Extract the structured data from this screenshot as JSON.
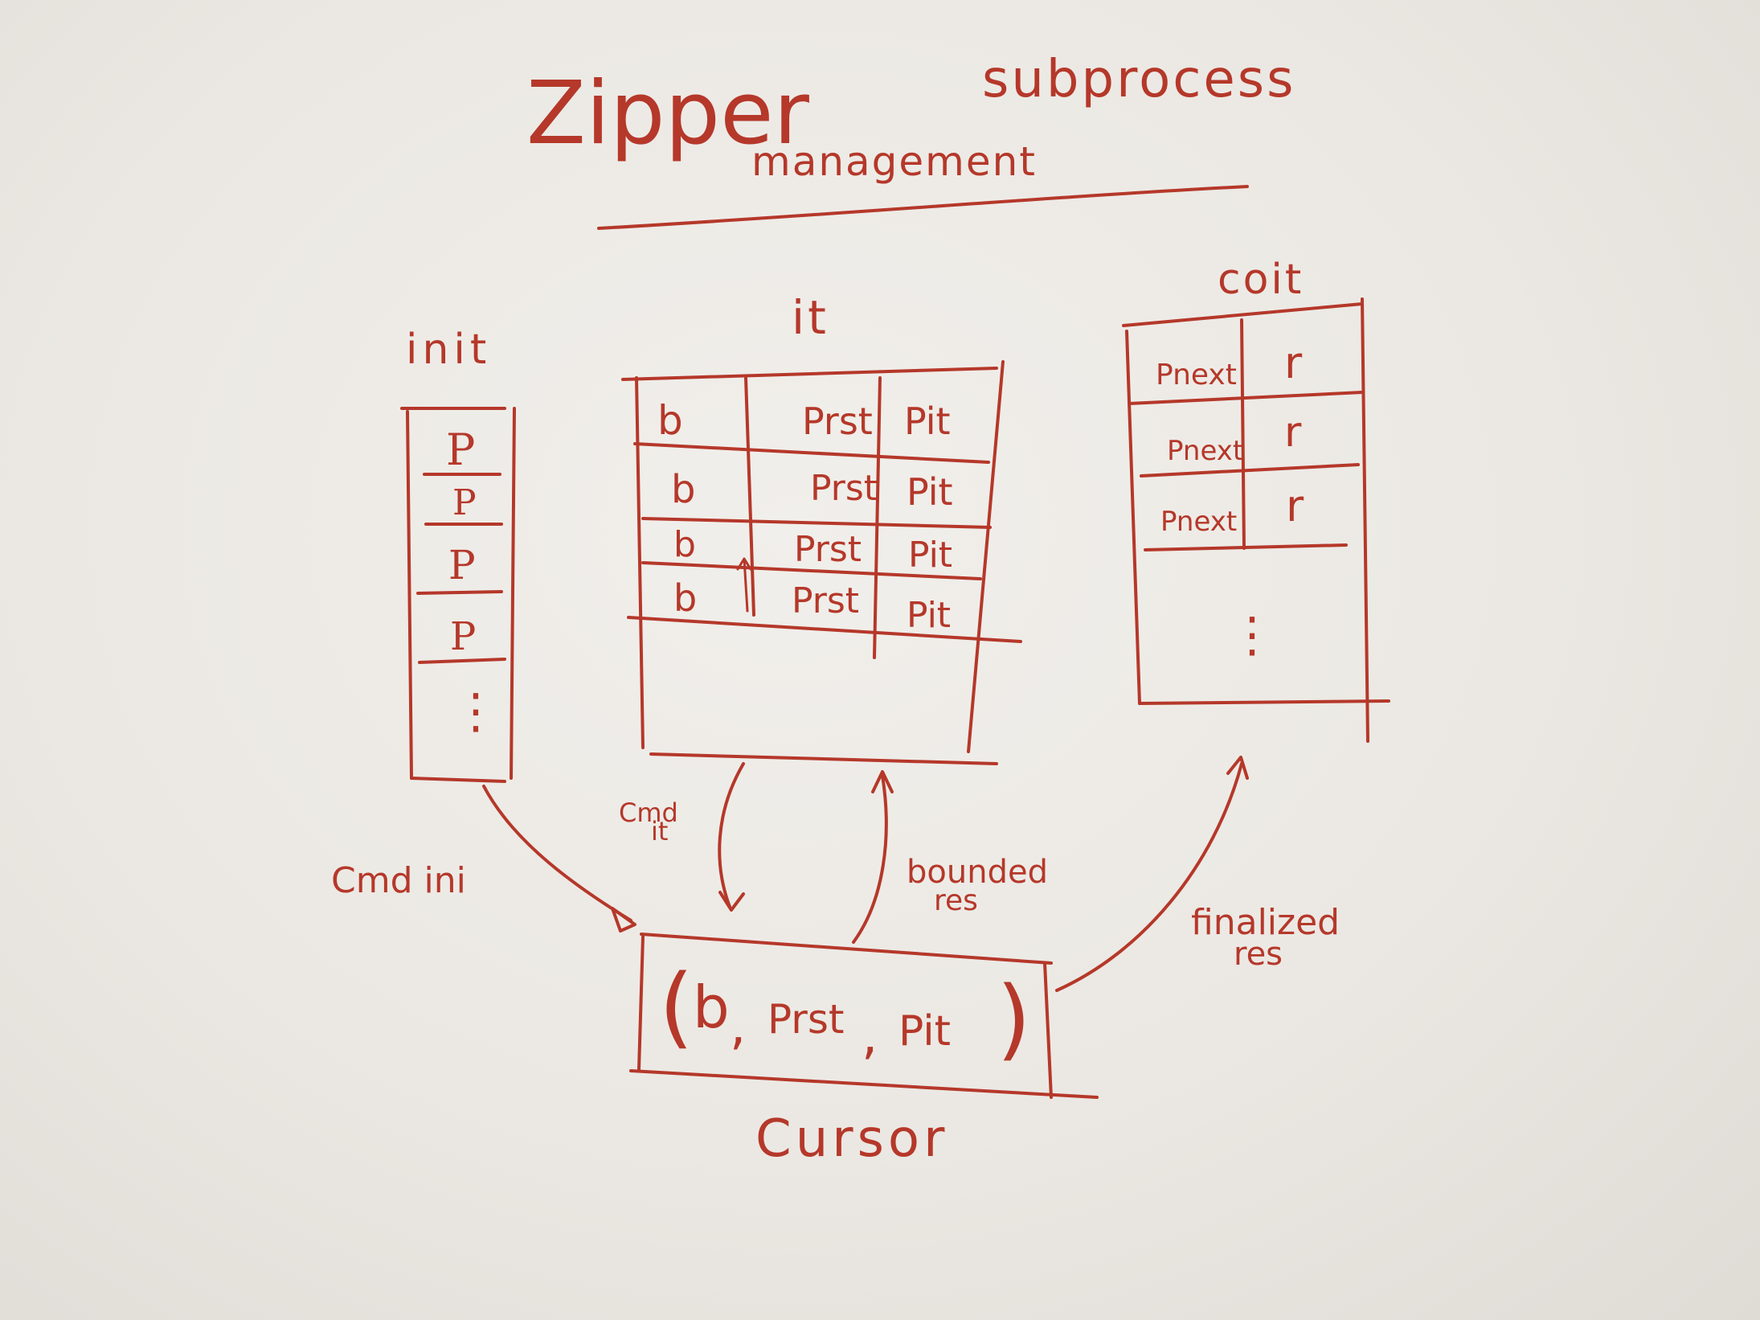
{
  "title": {
    "main": "Zipper",
    "sub": "subprocess",
    "line2": "management"
  },
  "init": {
    "label": "init",
    "rows": [
      "P",
      "P",
      "P",
      "P"
    ],
    "ellipsis": "⋮"
  },
  "it": {
    "label": "it",
    "rows": [
      {
        "b": "b",
        "prst": "Prst",
        "pit": "Pit"
      },
      {
        "b": "b",
        "prst": "Prst",
        "pit": "Pit"
      },
      {
        "b": "b",
        "prst": "Prst",
        "pit": "Pit"
      },
      {
        "b": "b",
        "prst": "Prst",
        "pit": "Pit"
      }
    ]
  },
  "coit": {
    "label": "coit",
    "rows": [
      {
        "p": "Pnext",
        "r": "r"
      },
      {
        "p": "Pnext",
        "r": "r"
      },
      {
        "p": "Pnext",
        "r": "r"
      }
    ],
    "ellipsis": "⋮"
  },
  "cursor": {
    "tuple_open": "(",
    "tuple_b": "b",
    "sep1": ",",
    "tuple_prst": "Prst",
    "sep2": ",",
    "tuple_pit": "Pit",
    "tuple_close": ")",
    "label": "Cursor"
  },
  "arrows": {
    "cmd_ini": "Cmd ini",
    "cmd_it_1": "Cmd",
    "cmd_it_2": "it",
    "bounded_1": "bounded",
    "bounded_2": "res",
    "finalized_1": "finalized",
    "finalized_2": "res"
  },
  "colors": {
    "marker": "#b5382a",
    "board": "#ebe8e3"
  }
}
